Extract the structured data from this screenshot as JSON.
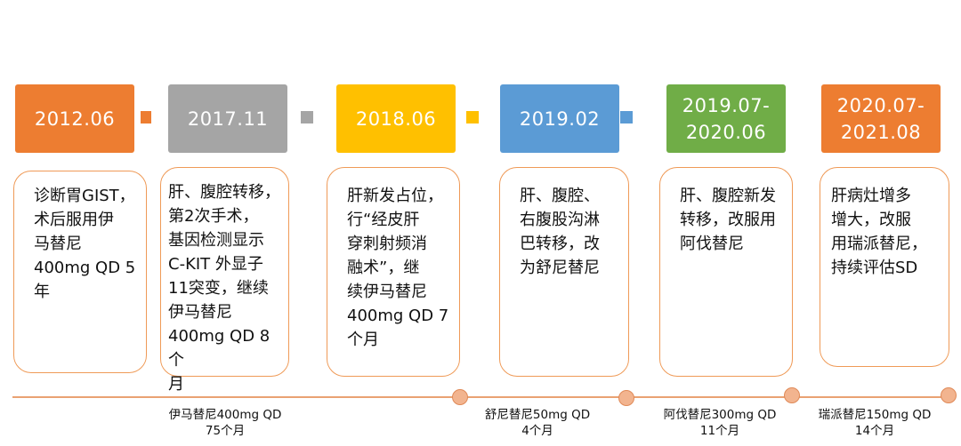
{
  "stages": [
    {
      "date": "2012.06",
      "color": "#ED7D31",
      "text": "诊断胃GIST，\n术后服用伊\n马替尼\n400mg QD 5\n年"
    },
    {
      "date": "2017.11",
      "color": "#A5A5A5",
      "text": "肝、腹腔转移，\n第2次手术，\n基因检测显示\nC-KIT 外显子\n11突变，继续\n伊马替尼\n400mg QD 8个\n月"
    },
    {
      "date": "2018.06",
      "color": "#FFC000",
      "text": "肝新发占位，\n行“经皮肝\n穿刺射频消\n融术”，继\n续伊马替尼\n400mg QD 7\n个月"
    },
    {
      "date": "2019.02",
      "color": "#5B9BD5",
      "text": "肝、腹腔、\n右腹股沟淋\n巴转移，改\n为舒尼替尼"
    },
    {
      "date": "2019.07-\n2020.06",
      "color": "#70AD47",
      "text": "肝、腹腔新发\n转移，改服用\n阿伐替尼"
    },
    {
      "date": "2020.07-\n2021.08",
      "color": "#ED7D31",
      "text": "肝病灶增多\n增大，改服\n用瑞派替尼，\n持续评估SD"
    }
  ],
  "arrows": [
    {
      "color": "#ED7D31"
    },
    {
      "color": "#A5A5A5"
    },
    {
      "color": "#FFC000"
    },
    {
      "color": "#5B9BD5"
    }
  ],
  "drugs": [
    {
      "text": "伊马替尼400mg QD\n75个月"
    },
    {
      "text": "舒尼替尼50mg QD\n4个月"
    },
    {
      "text": "阿伐替尼300mg QD\n11个月"
    },
    {
      "text": "瑞派替尼150mg QD\n14个月"
    }
  ],
  "timeline_color": "#E9A273"
}
